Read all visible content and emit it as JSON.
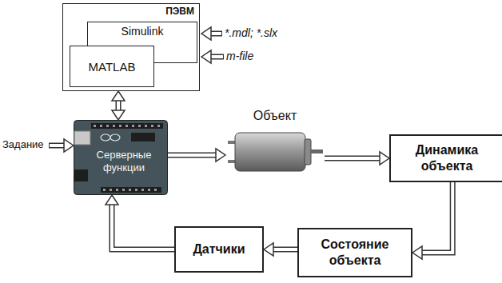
{
  "diagram": {
    "nodes": [
      {
        "text": [
          "ПЭВМ"
        ]
      },
      {
        "text": [
          "Simulink"
        ],
        "in": 0
      },
      {
        "text": [
          "MATLAB"
        ],
        "in": 0
      },
      {
        "text": [
          "Серверные функции"
        ]
      },
      {
        "text": [
          "Объект"
        ]
      },
      {
        "text": [
          "Динамика объекта"
        ]
      },
      {
        "text": [
          "Состояние объекта"
        ]
      },
      {
        "text": [
          "Датчики"
        ]
      }
    ],
    "edges": [
      {
        "from": 0,
        "to": 3,
        "arrow": "both"
      },
      {
        "from": 3,
        "to": 4,
        "arrow": "to"
      },
      {
        "from": 4,
        "to": 5,
        "arrow": "to"
      },
      {
        "from": 5,
        "to": 6,
        "arrow": "to"
      },
      {
        "from": 6,
        "to": 7,
        "arrow": "to"
      },
      {
        "from": 7,
        "to": 3,
        "arrow": "to"
      }
    ],
    "labels": [
      "*.mdl; *.slx",
      "m-file",
      "Задание"
    ]
  }
}
